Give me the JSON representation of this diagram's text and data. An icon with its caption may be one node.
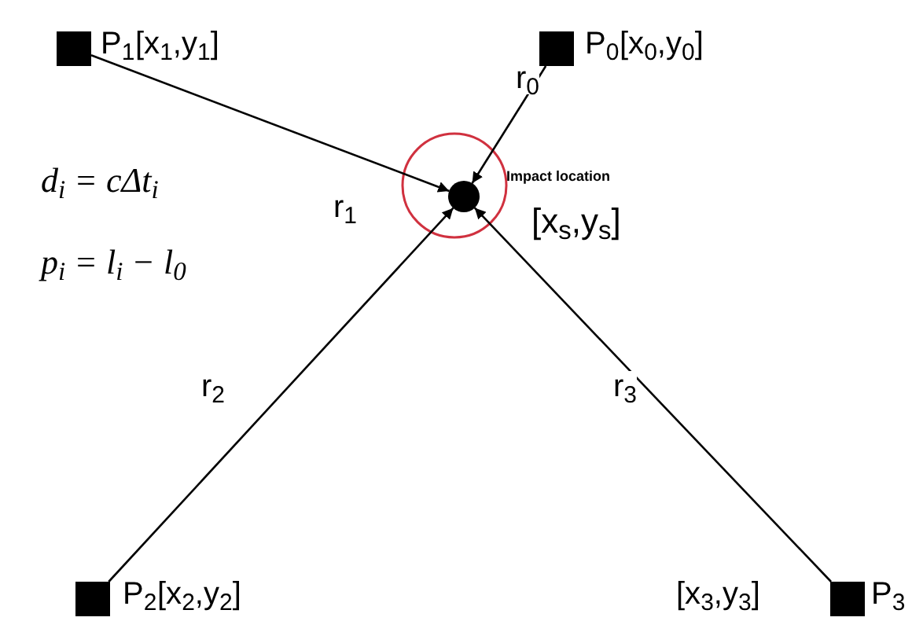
{
  "diagram": {
    "nodes": [
      {
        "text": [],
        "shape": "box",
        "beside": [
          "P$_{1}$",
          "[x$_{1}$,y$_{1}$]"
        ]
      },
      {
        "text": [],
        "shape": "box",
        "beside": [
          "P$_{0}$",
          "[x$_{0}$,y$_{0}$]"
        ]
      },
      {
        "text": [],
        "shape": "circle",
        "beside": [
          "Impact location",
          "[x$_{s}$,y$_{s}$]"
        ]
      },
      {
        "text": [],
        "shape": "box",
        "beside": [
          "P$_{2}$",
          "[x$_{2}$,y$_{2}$]"
        ]
      },
      {
        "text": [],
        "shape": "box",
        "beside": [
          "[x$_{3}$,y$_{3}$]",
          "P$_{3}$"
        ]
      }
    ],
    "edges": [
      {
        "from": 0,
        "to": 2,
        "arrow": "to",
        "label": "r$_{1}$"
      },
      {
        "from": 1,
        "to": 2,
        "arrow": "to",
        "label": "r$_{0}$"
      },
      {
        "from": 3,
        "to": 2,
        "arrow": "to",
        "label": "r$_{2}$"
      },
      {
        "from": 4,
        "to": 2,
        "arrow": "to",
        "label": "r$_{3}$"
      }
    ],
    "labels": [
      "d$_{i}$ = cΔt$_{i}$",
      "p$_{i}$ = l$_{i}$ − l$_{0}$"
    ]
  }
}
